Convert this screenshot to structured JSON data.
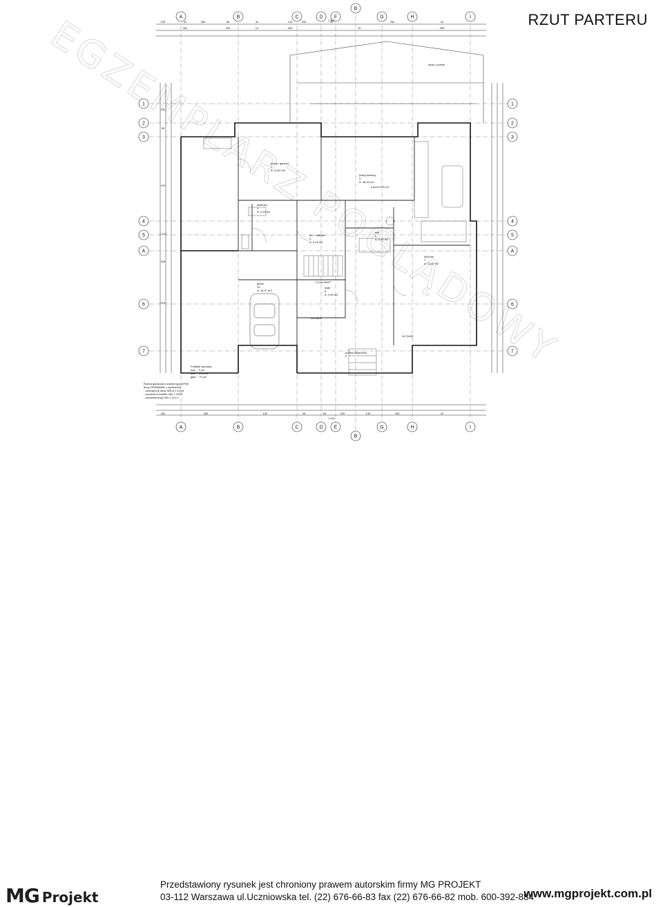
{
  "title": "RZUT PARTERU",
  "watermark": "EGZEMPLARZ POGLĄDOWY",
  "axes": {
    "columns": [
      "A",
      "B",
      "C",
      "D",
      "E",
      "F",
      "G",
      "H",
      "I"
    ],
    "rows": [
      "1",
      "2",
      "3",
      "4",
      "5",
      "6",
      "7",
      "A"
    ],
    "top_b": "B"
  },
  "rooms": [
    {
      "name": "pokój / gabinet",
      "num": "2",
      "area": "A: 11,82 m2"
    },
    {
      "name": "pokój dzienny",
      "num": "3",
      "area": "A: 36,20 m2"
    },
    {
      "name": "łazienka",
      "num": "4",
      "area": "A: 4,24 m2"
    },
    {
      "name": "wc + natrysk",
      "num": "5",
      "area": "A: 3,16 m2"
    },
    {
      "name": "hall",
      "num": "6",
      "area": "A: 6,40 m2"
    },
    {
      "name": "kuchnia",
      "num": "7",
      "area": "A: 11,02 m2"
    },
    {
      "name": "garaż",
      "num": "10",
      "area": "A: 34,07 m2"
    },
    {
      "name": "wiatr",
      "num": "8",
      "area": "A: 4,06 m2"
    },
    {
      "name": "taras / podest",
      "num": "",
      "area": ""
    },
    {
      "name": "schowek",
      "num": "",
      "area": ""
    },
    {
      "name": "podest wejściowy",
      "num": "9",
      "area": ""
    }
  ],
  "notes": {
    "garage_door": [
      "Brama garażowa uchylna typu DF98",
      "firmy HÖRMANN o wymiarach:",
      "- zewnętrzny ramy  505,8 x 219,8",
      "- prześwit w świetle  484 x 194,5",
      "- zamówieniowy  500 x 212,5"
    ],
    "fireplace": [
      "Podbitki wymiary:",
      "wys. - 3 cm",
      "szer. - 212 cm",
      "głęb. - 70 cm"
    ],
    "stairs": "17x16,30x27",
    "room_height": "h pom=275 cm"
  },
  "dims": {
    "top": [
      "239",
      "42",
      "260",
      "89",
      "42",
      "125",
      "330",
      "42",
      "252",
      "42"
    ],
    "top2": [
      "262",
      "425",
      "14",
      "543",
      "15",
      "299"
    ],
    "bottom": [
      "262",
      "265",
      "132",
      "45",
      "50",
      "200",
      "130",
      "295",
      "42"
    ],
    "total_bottom": "1 524",
    "total_top": "1 522",
    "left": [
      "137",
      "65",
      "475",
      "1 247",
      "345",
      "375"
    ],
    "stairs2": "2x7,5x30"
  },
  "footer": {
    "logo_mg": "MG",
    "logo_projekt": "Projekt",
    "line1": "Przedstawiony rysunek jest chroniony prawem autorskim firmy MG PROJEKT",
    "line2": "03-112 Warszawa ul.Uczniowska   tel. (22) 676-66-83 fax (22) 676-66-82 mob. 600-392-884",
    "www": "www.mgprojekt.com.pl"
  }
}
